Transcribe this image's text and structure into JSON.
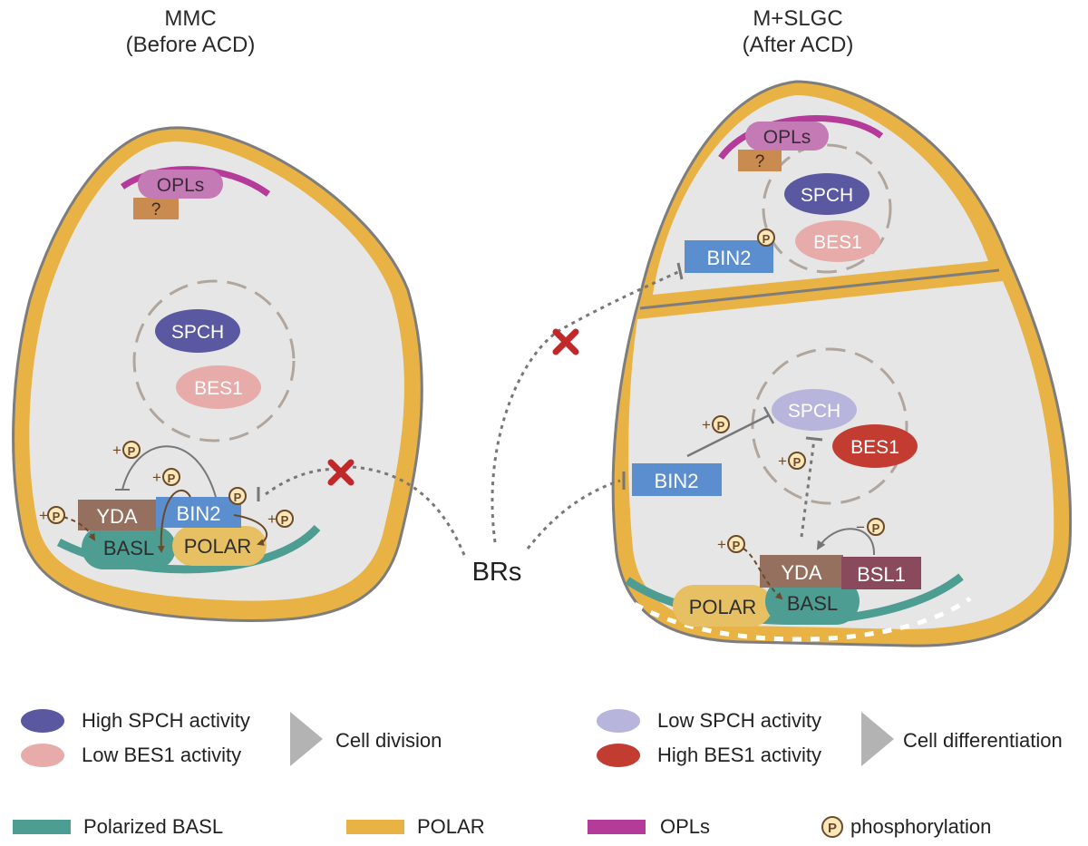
{
  "left_panel": {
    "title_line1": "MMC",
    "title_line2": "(Before ACD)",
    "opls": "OPLs",
    "unknown": "?",
    "spch": "SPCH",
    "bes1": "BES1",
    "yda": "YDA",
    "bin2": "BIN2",
    "basl": "BASL",
    "polar": "POLAR",
    "plus_sign": "+",
    "p_symbol": "P"
  },
  "right_panel": {
    "title_line1": "M+SLGC",
    "title_line2": "(After ACD)",
    "opls": "OPLs",
    "unknown": "?",
    "spch": "SPCH",
    "bes1": "BES1",
    "bin2_top": "BIN2",
    "bin2_bottom": "BIN2",
    "yda": "YDA",
    "bsl1": "BSL1",
    "polar": "POLAR",
    "basl": "BASL",
    "minus_sign": "−"
  },
  "center": {
    "brs": "BRs"
  },
  "legend": {
    "high_spch": "High SPCH activity",
    "low_bes1": "Low BES1 activity",
    "cell_division": "Cell division",
    "low_spch": "Low SPCH activity",
    "high_bes1": "High BES1 activity",
    "cell_differentiation": "Cell differentiation",
    "polarized_basl": "Polarized BASL",
    "polar": "POLAR",
    "opls": "OPLs",
    "phosphorylation": "phosphorylation"
  },
  "colors": {
    "cell_wall": "#e8b245",
    "cell_outline": "#7d7d7d",
    "cytoplasm": "#e6e6e6",
    "basl": "#4e9d92",
    "polar": "#e8c064",
    "opls_band": "#b53b9a",
    "opls_blob": "#c47ab4",
    "unknown_box": "#c98b4f",
    "spch_high": "#5a58a0",
    "spch_low": "#b7b5db",
    "bes1_low": "#e7acaa",
    "bes1_high": "#c23c32",
    "bin2": "#5b8ecf",
    "yda": "#96705f",
    "bsl1": "#8a4a5e",
    "inhibition_x": "#c0282a",
    "phospho": "#8a5a1c"
  }
}
